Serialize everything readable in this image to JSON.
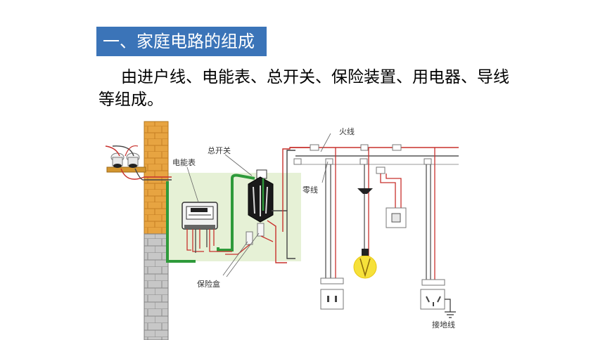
{
  "slide": {
    "title": "一、家庭电路的组成",
    "body": "由进户线、电能表、总开关、保险装置、用电器、导线等组成。"
  },
  "diagram": {
    "labels": {
      "meter": "电能表",
      "main_switch": "总开关",
      "live_wire": "火线",
      "neutral_wire": "零线",
      "fuse_box": "保险盒",
      "ground_wire": "接地线"
    }
  },
  "colors": {
    "title_bg": "#3b74b8",
    "panel_bg": "#e6f1d6",
    "brick": "#e7a441",
    "live": "#c8302c",
    "neutral": "#505050",
    "ground": "#2e9a3a",
    "bulb_glow": "#f6e13a"
  }
}
